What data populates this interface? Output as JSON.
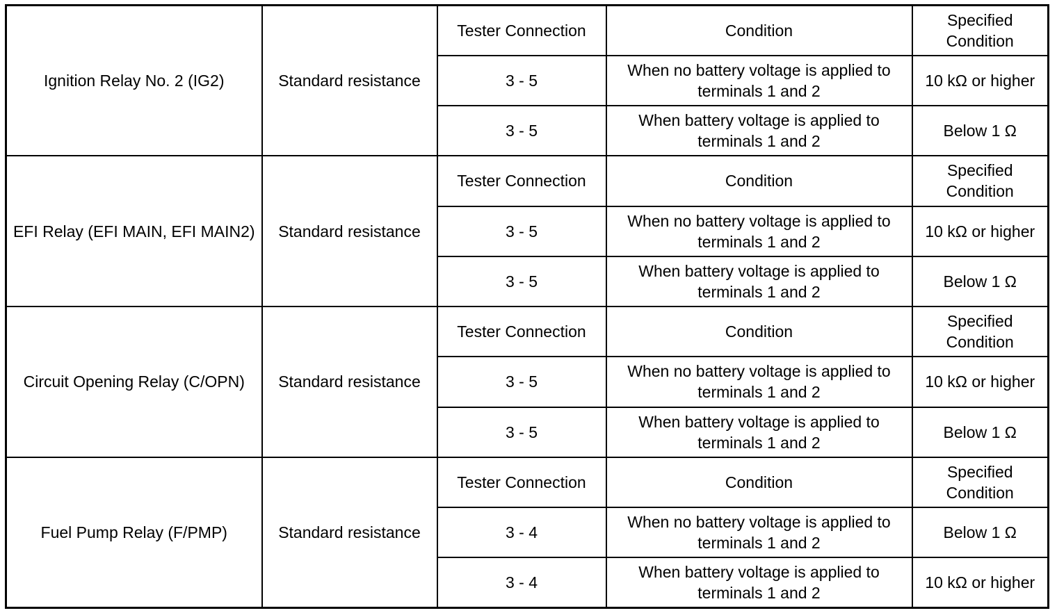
{
  "header_labels": {
    "tester_connection": "Tester Connection",
    "condition": "Condition",
    "specified_condition": "Specified Condition"
  },
  "relays": [
    {
      "name": "Ignition Relay No. 2 (IG2)",
      "type": "Standard resistance",
      "rows": [
        {
          "connection": "3 - 5",
          "condition": "When no battery voltage is applied to terminals 1 and 2",
          "specified": "10 kΩ or higher"
        },
        {
          "connection": "3 - 5",
          "condition": "When battery voltage is applied to terminals 1 and 2",
          "specified": "Below 1 Ω"
        }
      ]
    },
    {
      "name": "EFI Relay (EFI MAIN, EFI MAIN2)",
      "type": "Standard resistance",
      "rows": [
        {
          "connection": "3 - 5",
          "condition": "When no battery voltage is applied to terminals 1 and 2",
          "specified": "10 kΩ or higher"
        },
        {
          "connection": "3 - 5",
          "condition": "When battery voltage is applied to terminals 1 and 2",
          "specified": "Below 1 Ω"
        }
      ]
    },
    {
      "name": "Circuit Opening Relay (C/OPN)",
      "type": "Standard resistance",
      "rows": [
        {
          "connection": "3 - 5",
          "condition": "When no battery voltage is applied to terminals 1 and 2",
          "specified": "10 kΩ or higher"
        },
        {
          "connection": "3 - 5",
          "condition": "When battery voltage is applied to terminals 1 and 2",
          "specified": "Below 1 Ω"
        }
      ]
    },
    {
      "name": "Fuel Pump Relay (F/PMP)",
      "type": "Standard resistance",
      "rows": [
        {
          "connection": "3 - 4",
          "condition": "When no battery voltage is applied to terminals 1 and 2",
          "specified": "Below 1 Ω"
        },
        {
          "connection": "3 - 4",
          "condition": "When battery voltage is applied to terminals 1 and 2",
          "specified": "10 kΩ or higher"
        }
      ]
    }
  ]
}
